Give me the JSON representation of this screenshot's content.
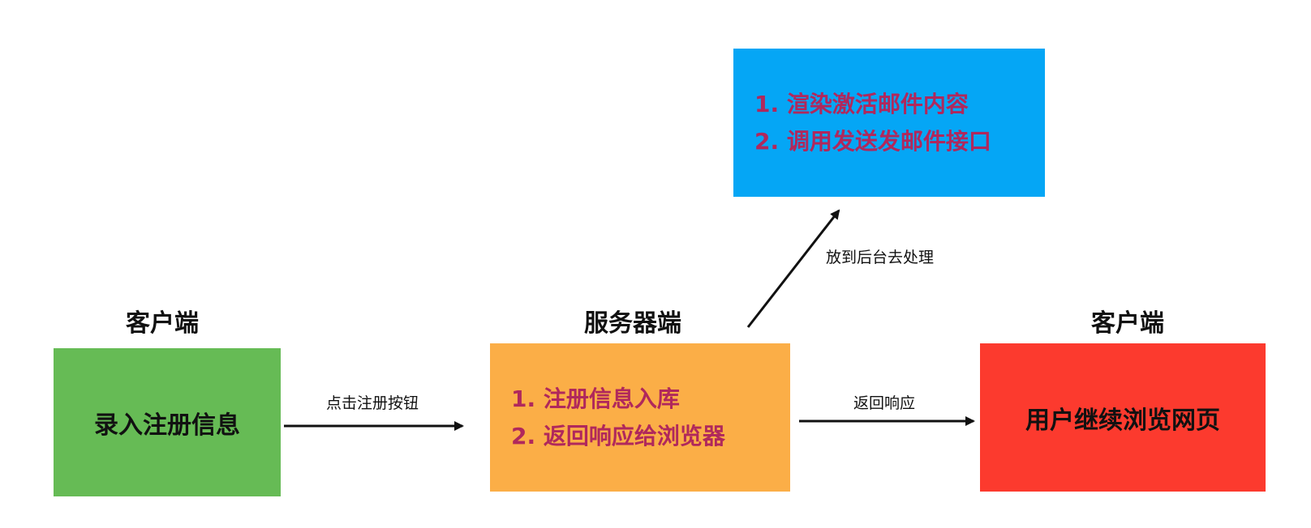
{
  "nodes": {
    "client_left": {
      "heading": "客户端",
      "box_text": "录入注册信息",
      "color": "#66bb55"
    },
    "server": {
      "heading": "服务器端",
      "steps": [
        "1. 注册信息入库",
        "2. 返回响应给浏览器"
      ],
      "color": "#fbae47"
    },
    "background": {
      "steps": [
        "1. 渲染激活邮件内容",
        "2. 调用发送发邮件接口"
      ],
      "color": "#05a6f5"
    },
    "client_right": {
      "heading": "客户端",
      "box_text": "用户继续浏览网页",
      "color": "#fc3a2e"
    }
  },
  "edges": {
    "submit": {
      "label": "点击注册按钮"
    },
    "respond": {
      "label": "返回响应"
    },
    "background": {
      "label": "放到后台去处理"
    }
  },
  "colors": {
    "step_text": "#b0285c",
    "arrow": "#111111"
  }
}
